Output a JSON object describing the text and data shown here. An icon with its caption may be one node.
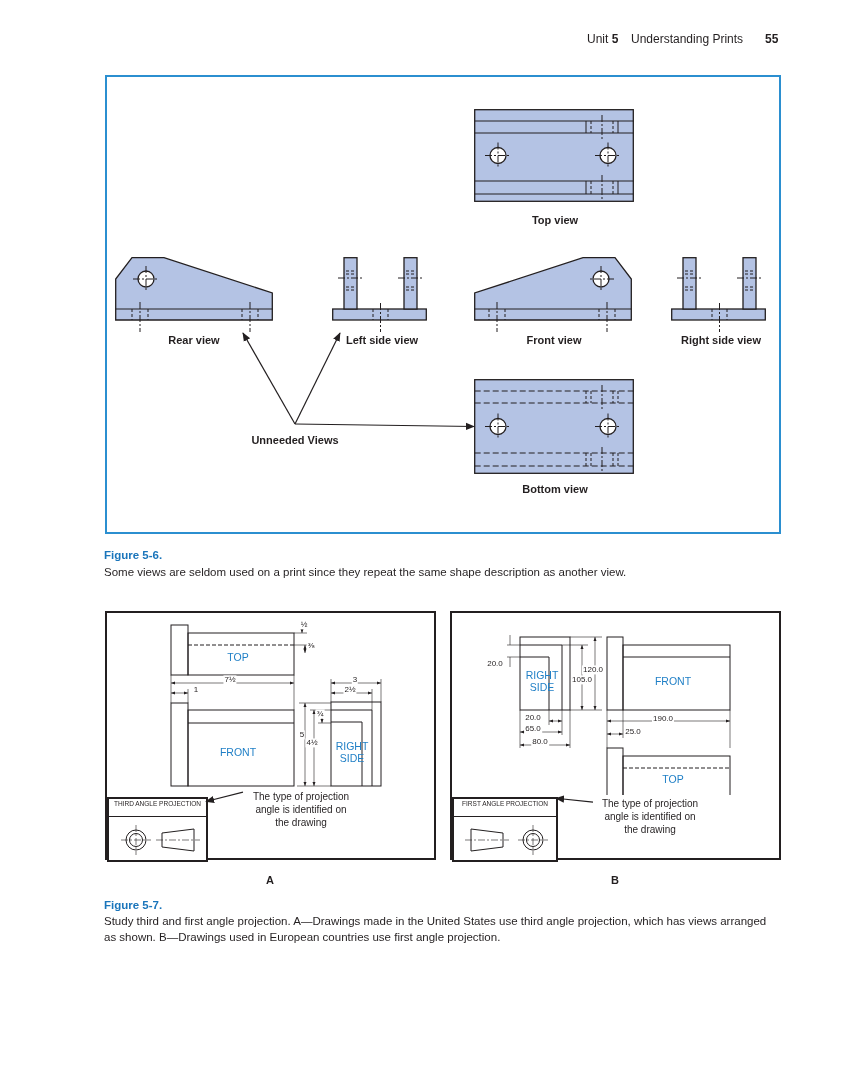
{
  "diagram": {
    "nodes": [
      {
        "text": [],
        "shape": "picture",
        "beside": [
          "Top view"
        ]
      },
      {
        "text": [],
        "shape": "picture",
        "beside": [
          "Rear view"
        ]
      },
      {
        "text": [],
        "shape": "picture",
        "beside": [
          "Left side view"
        ]
      },
      {
        "text": [],
        "shape": "picture",
        "beside": [
          "Front view"
        ]
      },
      {
        "text": [],
        "shape": "picture",
        "beside": [
          "Right side view"
        ]
      },
      {
        "text": [
          "Unneeded Views"
        ]
      },
      {
        "text": [],
        "shape": "picture",
        "beside": [
          "Bottom view"
        ]
      },
      {
        "text": [],
        "shape": "box",
        "beside": [
          "A"
        ]
      },
      {
        "text": [
          "THIRD ANGLE PROJECTION"
        ],
        "in": 7
      },
      {
        "text": [
          "The type of projection angle is identified on the drawing"
        ],
        "in": 7
      },
      {
        "text": [],
        "shape": "box",
        "beside": [
          "B"
        ]
      },
      {
        "text": [
          "FIRST ANGLE PROJECTION"
        ],
        "in": 10
      },
      {
        "text": [
          "The type of projection angle is identified on the drawing"
        ],
        "in": 10
      }
    ],
    "edges": [
      {
        "from": 5,
        "to": 1,
        "arrow": "to"
      },
      {
        "from": 5,
        "to": 2,
        "arrow": "to"
      },
      {
        "from": 5,
        "to": 6,
        "arrow": "to"
      },
      {
        "from": 9,
        "to": 8,
        "arrow": "to"
      },
      {
        "from": 12,
        "to": 11,
        "arrow": "to"
      }
    ],
    "labels": [
      "Unit **5**",
      "Understanding Prints",
      "55",
      "Figure 5-6.",
      "Some views are seldom used on a print since they repeat the same shape description as another view.",
      "½",
      "⅜",
      "TOP",
      "7½",
      "3",
      "1",
      "2½",
      "¾",
      "5",
      "4½",
      "FRONT",
      "RIGHT SIDE",
      "20.0",
      "RIGHT SIDE",
      "120.0",
      "105.0",
      "FRONT",
      "20.0",
      "190.0",
      "65.0",
      "25.0",
      "80.0",
      "TOP",
      "Figure 5-7.",
      "Study third and first angle projection. A—Drawings made in the United States use third angle projection, which has views arranged as shown. B—Drawings used in European countries use first angle projection."
    ]
  }
}
